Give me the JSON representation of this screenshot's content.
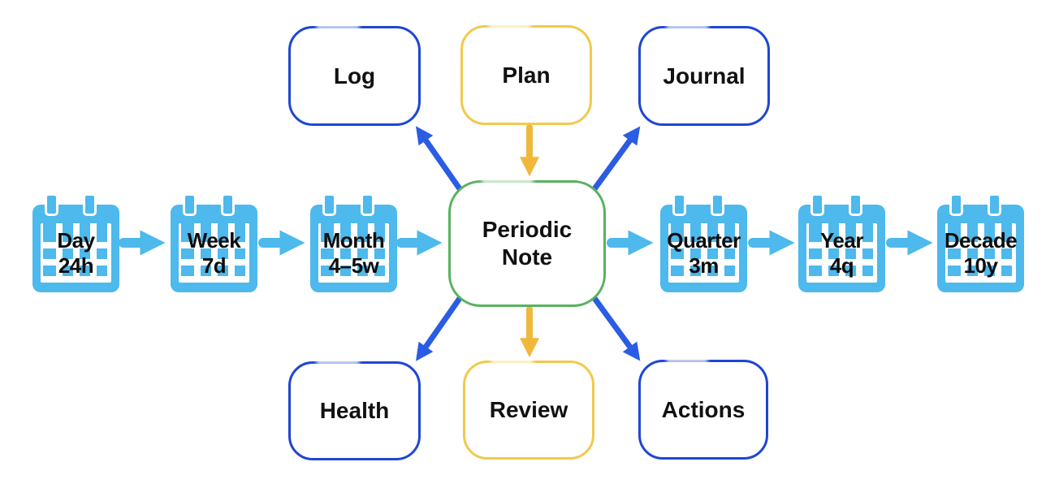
{
  "colors": {
    "node_blue_border": "#1e46d5",
    "node_yellow_border": "#f2c94c",
    "center_green_border": "#58b25e",
    "arrow_blue": "#2a5ce4",
    "arrow_yellow": "#f0b73a",
    "calendar_blue": "#4db9ec"
  },
  "center": {
    "label": "Periodic Note"
  },
  "nodes": {
    "log": {
      "label": "Log"
    },
    "plan": {
      "label": "Plan"
    },
    "journal": {
      "label": "Journal"
    },
    "health": {
      "label": "Health"
    },
    "review": {
      "label": "Review"
    },
    "actions": {
      "label": "Actions"
    }
  },
  "timeline": [
    {
      "label": "Day",
      "duration": "24h"
    },
    {
      "label": "Week",
      "duration": "7d"
    },
    {
      "label": "Month",
      "duration": "4–5w"
    },
    {
      "label": "Quarter",
      "duration": "3m"
    },
    {
      "label": "Year",
      "duration": "4q"
    },
    {
      "label": "Decade",
      "duration": "10y"
    }
  ],
  "edges": [
    {
      "from": "Day",
      "to": "Week"
    },
    {
      "from": "Week",
      "to": "Month"
    },
    {
      "from": "Month",
      "to": "Periodic Note"
    },
    {
      "from": "Periodic Note",
      "to": "Quarter"
    },
    {
      "from": "Quarter",
      "to": "Year"
    },
    {
      "from": "Year",
      "to": "Decade"
    },
    {
      "from": "Periodic Note",
      "to": "Log"
    },
    {
      "from": "Plan",
      "to": "Periodic Note"
    },
    {
      "from": "Periodic Note",
      "to": "Journal"
    },
    {
      "from": "Periodic Note",
      "to": "Health"
    },
    {
      "from": "Periodic Note",
      "to": "Review"
    },
    {
      "from": "Periodic Note",
      "to": "Actions"
    }
  ]
}
